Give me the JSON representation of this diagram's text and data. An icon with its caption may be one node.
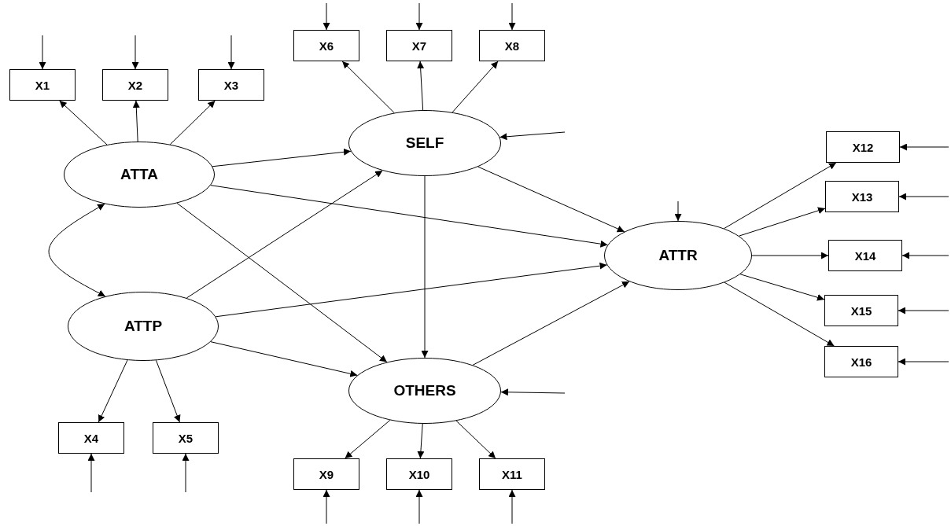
{
  "diagram": {
    "nodes": [
      {
        "text": [
          "X1"
        ]
      },
      {
        "text": [
          "X2"
        ]
      },
      {
        "text": [
          "X3"
        ]
      },
      {
        "text": [
          "X4"
        ]
      },
      {
        "text": [
          "X5"
        ]
      },
      {
        "text": [
          "X6"
        ]
      },
      {
        "text": [
          "X7"
        ]
      },
      {
        "text": [
          "X8"
        ]
      },
      {
        "text": [
          "X9"
        ]
      },
      {
        "text": [
          "X10"
        ]
      },
      {
        "text": [
          "X11"
        ]
      },
      {
        "text": [
          "X12"
        ]
      },
      {
        "text": [
          "X13"
        ]
      },
      {
        "text": [
          "X14"
        ]
      },
      {
        "text": [
          "X15"
        ]
      },
      {
        "text": [
          "X16"
        ]
      },
      {
        "text": [
          "ATTA"
        ]
      },
      {
        "text": [
          "ATTP"
        ]
      },
      {
        "text": [
          "SELF"
        ]
      },
      {
        "text": [
          "OTHERS"
        ]
      },
      {
        "text": [
          "ATTR"
        ]
      }
    ],
    "edges": [
      {
        "from": 16,
        "to": 0,
        "arrow": "to"
      },
      {
        "from": 16,
        "to": 1,
        "arrow": "to"
      },
      {
        "from": 16,
        "to": 2,
        "arrow": "to"
      },
      {
        "from": 17,
        "to": 3,
        "arrow": "to"
      },
      {
        "from": 17,
        "to": 4,
        "arrow": "to"
      },
      {
        "from": 18,
        "to": 5,
        "arrow": "to"
      },
      {
        "from": 18,
        "to": 6,
        "arrow": "to"
      },
      {
        "from": 18,
        "to": 7,
        "arrow": "to"
      },
      {
        "from": 19,
        "to": 8,
        "arrow": "to"
      },
      {
        "from": 19,
        "to": 9,
        "arrow": "to"
      },
      {
        "from": 19,
        "to": 10,
        "arrow": "to"
      },
      {
        "from": 20,
        "to": 11,
        "arrow": "to"
      },
      {
        "from": 20,
        "to": 12,
        "arrow": "to"
      },
      {
        "from": 20,
        "to": 13,
        "arrow": "to"
      },
      {
        "from": 20,
        "to": 14,
        "arrow": "to"
      },
      {
        "from": 20,
        "to": 15,
        "arrow": "to"
      },
      {
        "from": 16,
        "to": 18,
        "arrow": "to"
      },
      {
        "from": 16,
        "to": 20,
        "arrow": "to"
      },
      {
        "from": 16,
        "to": 19,
        "arrow": "to"
      },
      {
        "from": 17,
        "to": 18,
        "arrow": "to"
      },
      {
        "from": 17,
        "to": 20,
        "arrow": "to"
      },
      {
        "from": 17,
        "to": 19,
        "arrow": "to"
      },
      {
        "from": 18,
        "to": 20,
        "arrow": "to"
      },
      {
        "from": 18,
        "to": 19,
        "arrow": "to"
      },
      {
        "from": 19,
        "to": 20,
        "arrow": "to"
      },
      {
        "from": 16,
        "to": 17,
        "arrow": "both"
      },
      {
        "from": null,
        "to": 0,
        "arrow": "to"
      },
      {
        "from": null,
        "to": 1,
        "arrow": "to"
      },
      {
        "from": null,
        "to": 2,
        "arrow": "to"
      },
      {
        "from": null,
        "to": 5,
        "arrow": "to"
      },
      {
        "from": null,
        "to": 6,
        "arrow": "to"
      },
      {
        "from": null,
        "to": 7,
        "arrow": "to"
      },
      {
        "from": null,
        "to": 3,
        "arrow": "to"
      },
      {
        "from": null,
        "to": 4,
        "arrow": "to"
      },
      {
        "from": null,
        "to": 8,
        "arrow": "to"
      },
      {
        "from": null,
        "to": 9,
        "arrow": "to"
      },
      {
        "from": null,
        "to": 10,
        "arrow": "to"
      },
      {
        "from": null,
        "to": 18,
        "arrow": "to"
      },
      {
        "from": null,
        "to": 19,
        "arrow": "to"
      },
      {
        "from": null,
        "to": 20,
        "arrow": "to"
      },
      {
        "from": null,
        "to": 11,
        "arrow": "to"
      },
      {
        "from": null,
        "to": 12,
        "arrow": "to"
      },
      {
        "from": null,
        "to": 13,
        "arrow": "to"
      },
      {
        "from": null,
        "to": 14,
        "arrow": "to"
      },
      {
        "from": null,
        "to": 15,
        "arrow": "to"
      }
    ]
  }
}
